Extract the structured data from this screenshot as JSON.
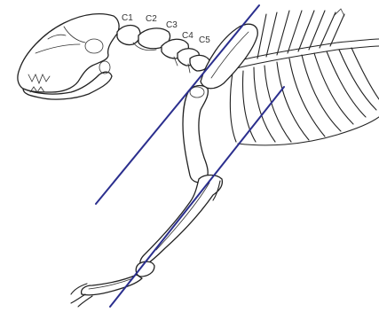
{
  "vertebra_labels": [
    "C1",
    "C2",
    "C3",
    "C4",
    "C5"
  ],
  "guide_line_color": "#2b2f8e",
  "bone_stroke_color": "#222222"
}
